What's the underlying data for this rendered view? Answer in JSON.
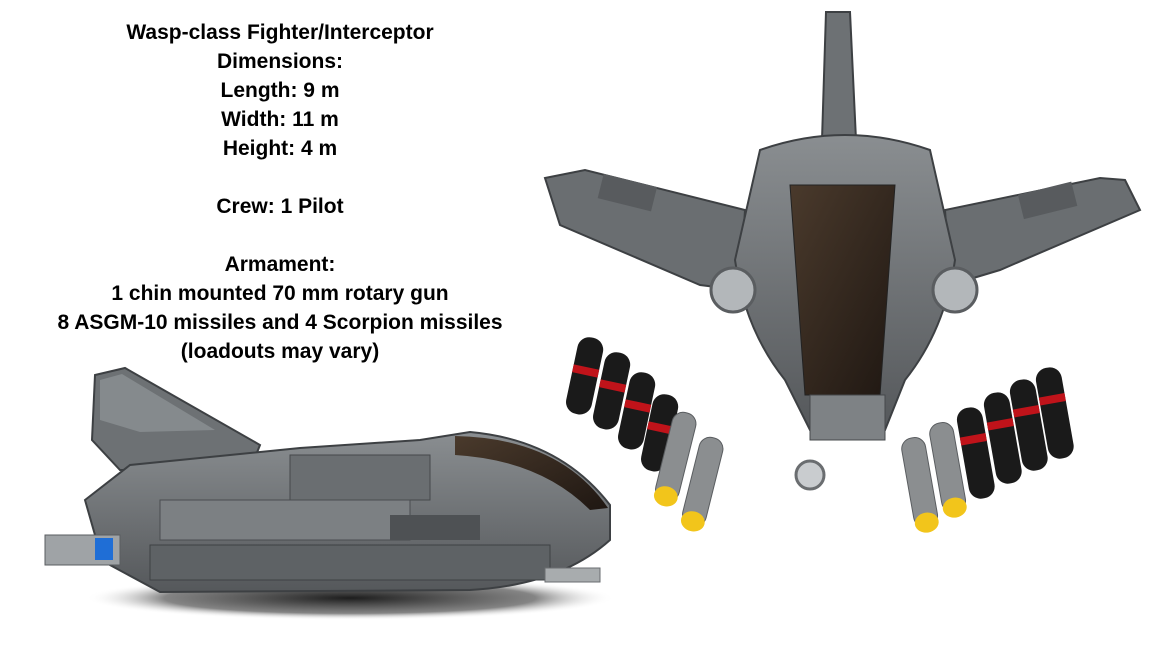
{
  "specs": {
    "title": "Wasp-class Fighter/Interceptor",
    "dimensions_heading": "Dimensions:",
    "length": "Length: 9 m",
    "width": "Width: 11 m",
    "height": "Height: 4 m",
    "crew": "Crew: 1 Pilot",
    "armament_heading": "Armament:",
    "armament_gun": "1 chin mounted 70 mm rotary gun",
    "armament_missiles": "8 ASGM-10 missiles and 4 Scorpion missiles",
    "loadout_note": "(loadouts may vary)"
  },
  "colors": {
    "background": "#ffffff",
    "hull_dark": "#5a5d60",
    "hull_mid": "#75797c",
    "hull_light": "#9a9ea1",
    "canopy": "#3a2f26",
    "missile_black": "#1a1a1a",
    "missile_red": "#c0131a",
    "missile_yellow": "#f2c51b",
    "missile_grey": "#8b8e90",
    "blue_light": "#1f6ed6",
    "shadow": "#1e1e1e"
  }
}
